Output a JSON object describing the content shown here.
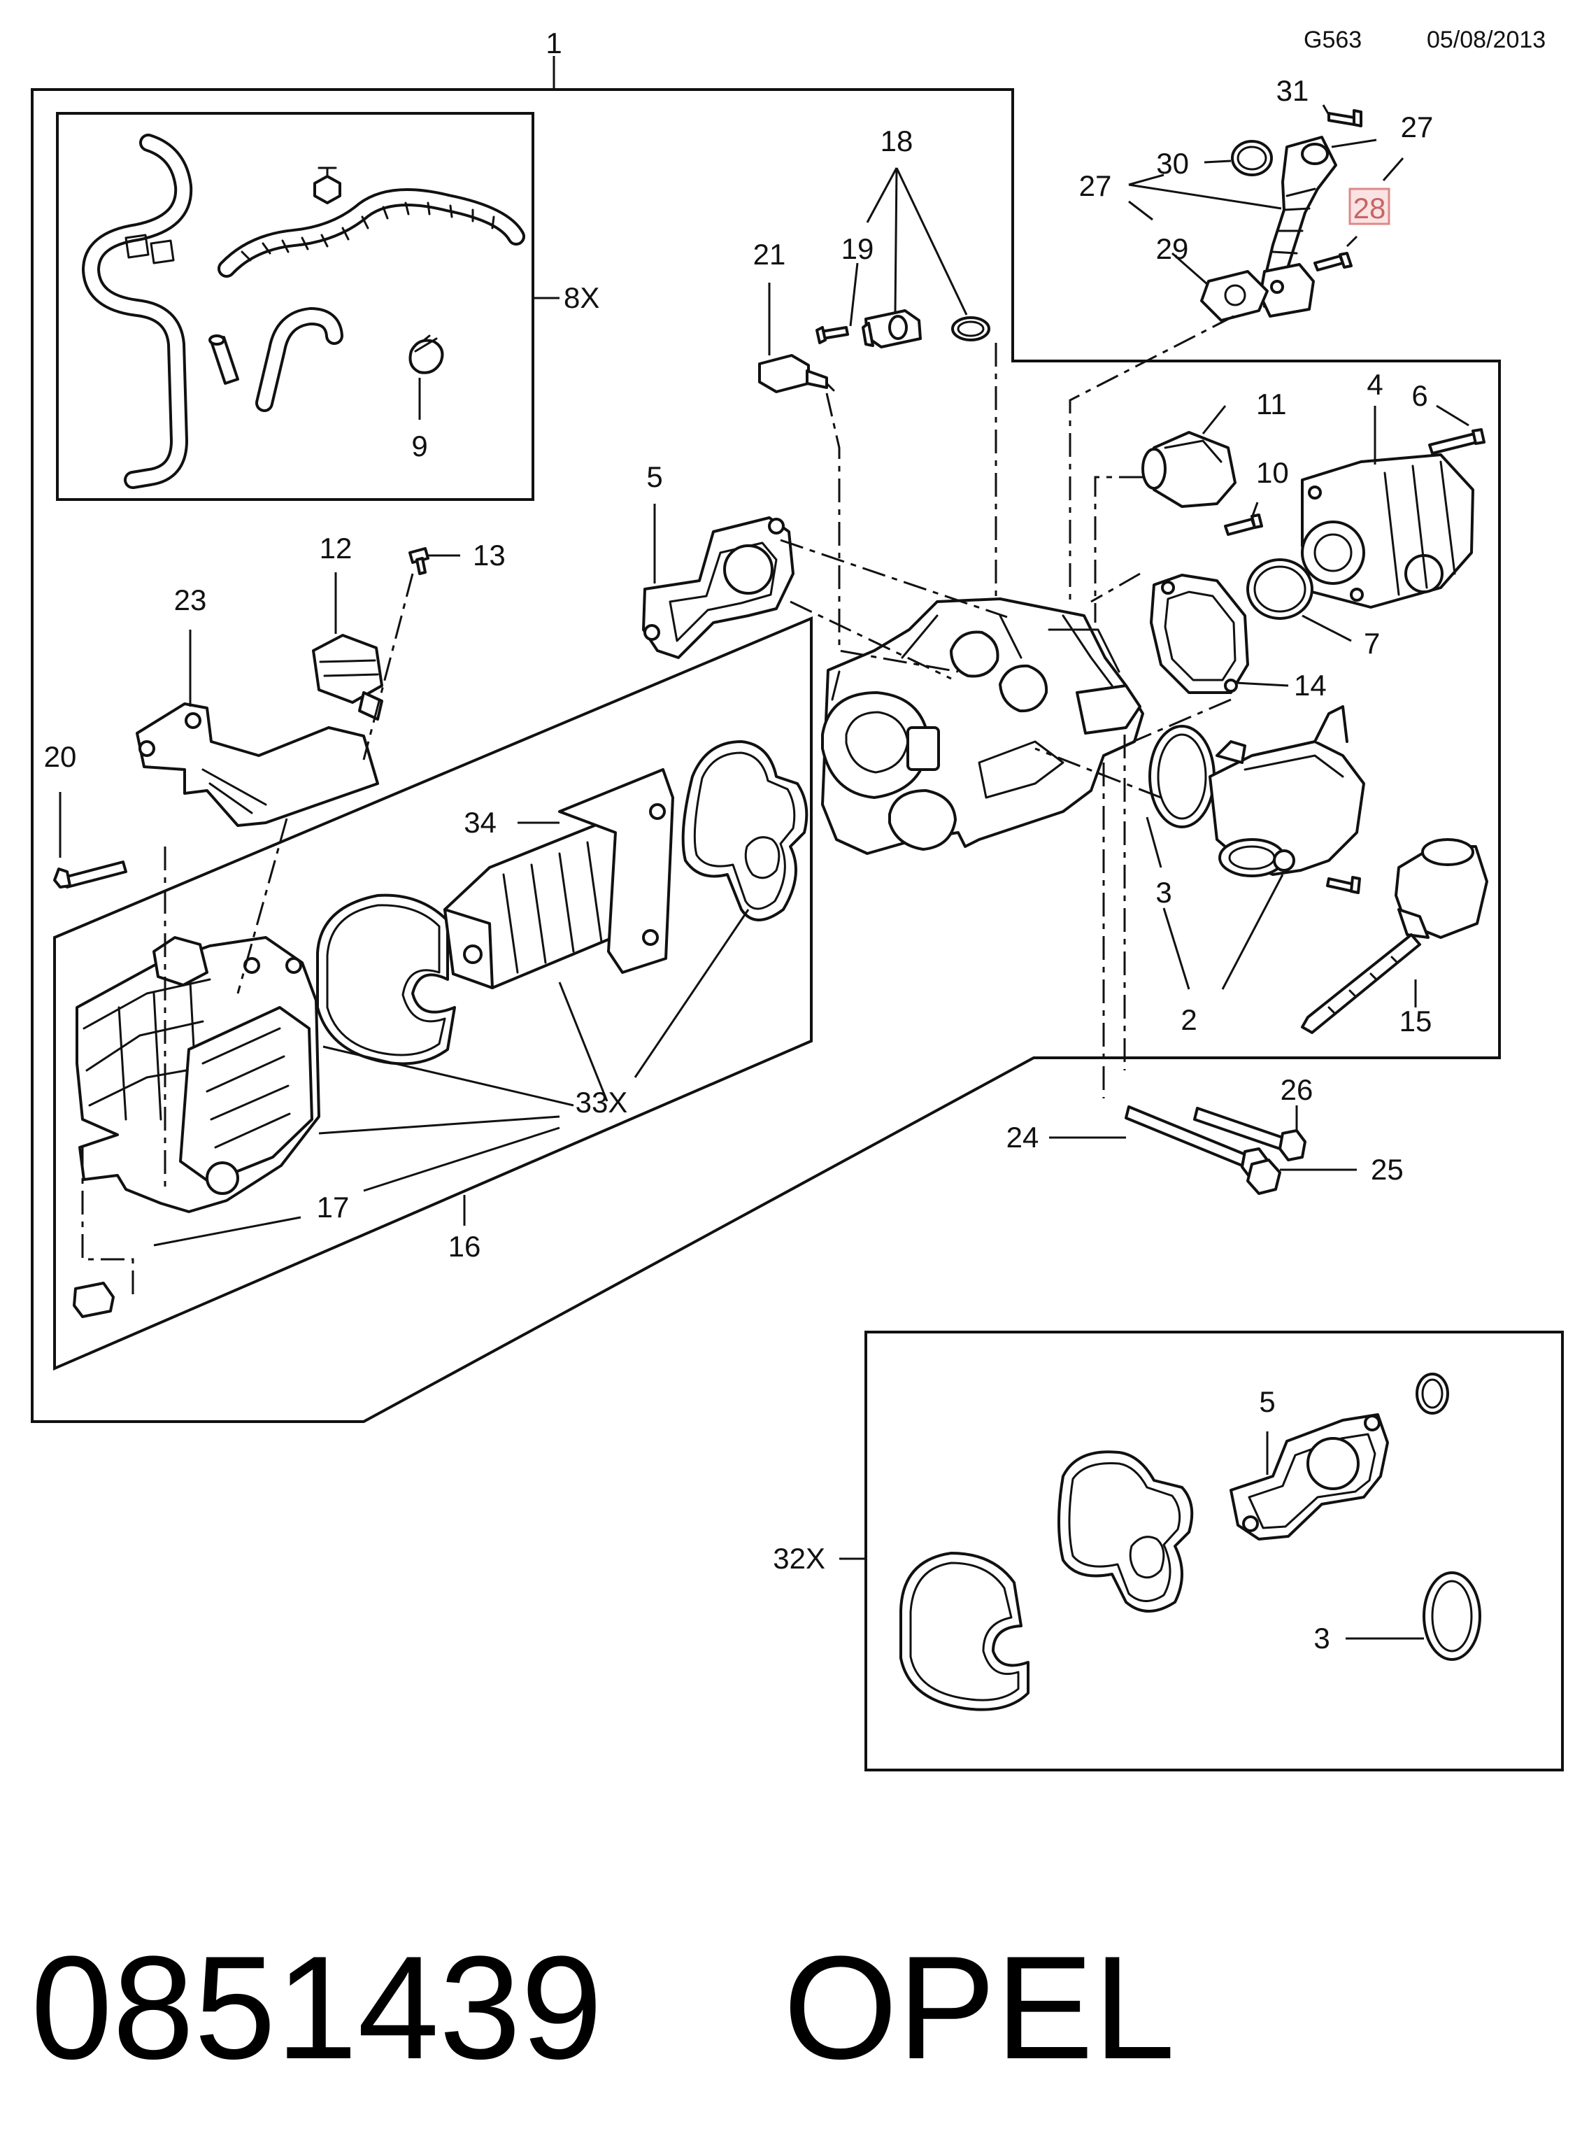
{
  "header": {
    "diagram_code": "G563",
    "date": "05/08/2013"
  },
  "callouts": {
    "c1": "1",
    "c2": "2",
    "c3a": "3",
    "c3b": "3",
    "c4": "4",
    "c5a": "5",
    "c5b": "5",
    "c6": "6",
    "c7": "7",
    "c8x": "8X",
    "c9": "9",
    "c10": "10",
    "c11": "11",
    "c12": "12",
    "c13": "13",
    "c14": "14",
    "c15": "15",
    "c16": "16",
    "c17": "17",
    "c18": "18",
    "c19": "19",
    "c20": "20",
    "c21": "21",
    "c23": "23",
    "c24": "24",
    "c25": "25",
    "c26": "26",
    "c27a": "27",
    "c27b": "27",
    "c28": "28",
    "c29": "29",
    "c30": "30",
    "c31": "31",
    "c32x": "32X",
    "c33x": "33X",
    "c34": "34"
  },
  "highlighted_callout": "28",
  "highlight_color": "#c76464",
  "footer": {
    "part_number": "0851439",
    "brand": "OPEL"
  }
}
